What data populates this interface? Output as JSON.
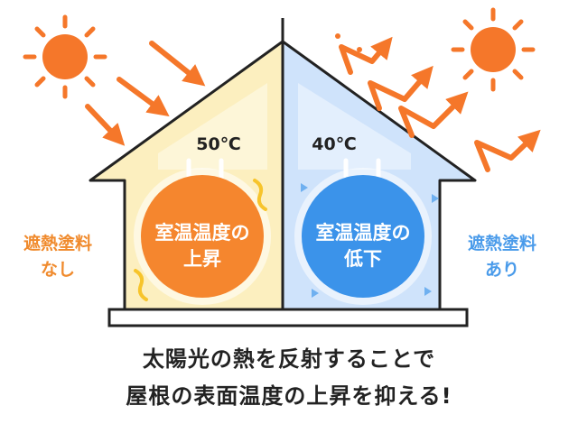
{
  "colors": {
    "sun": "#f5772a",
    "sun_arrow": "#f5772a",
    "reflect_arrow": "#f5772a",
    "warm_fill": "#fcefbf",
    "cool_fill": "#cfe3fb",
    "hot_bubble": "#f5862e",
    "cool_bubble": "#3b93ea",
    "outline": "#222222",
    "label_left": "#f08a2c",
    "label_right": "#4a9bea"
  },
  "left_house": {
    "temperature": "50℃",
    "bubble_line1": "室温温度の",
    "bubble_line2": "上昇",
    "label_line1": "遮熱塗料",
    "label_line2": "なし"
  },
  "right_house": {
    "temperature": "40℃",
    "bubble_line1": "室温温度の",
    "bubble_line2": "低下",
    "label_line1": "遮熱塗料",
    "label_line2": "あり"
  },
  "caption": {
    "line1": "太陽光の熱を反射することで",
    "line2": "屋根の表面温度の上昇を抑える!"
  },
  "icons": [
    "sun-icon",
    "heat-arrow-icon",
    "reflect-arrow-icon",
    "down-arrow-icon"
  ]
}
